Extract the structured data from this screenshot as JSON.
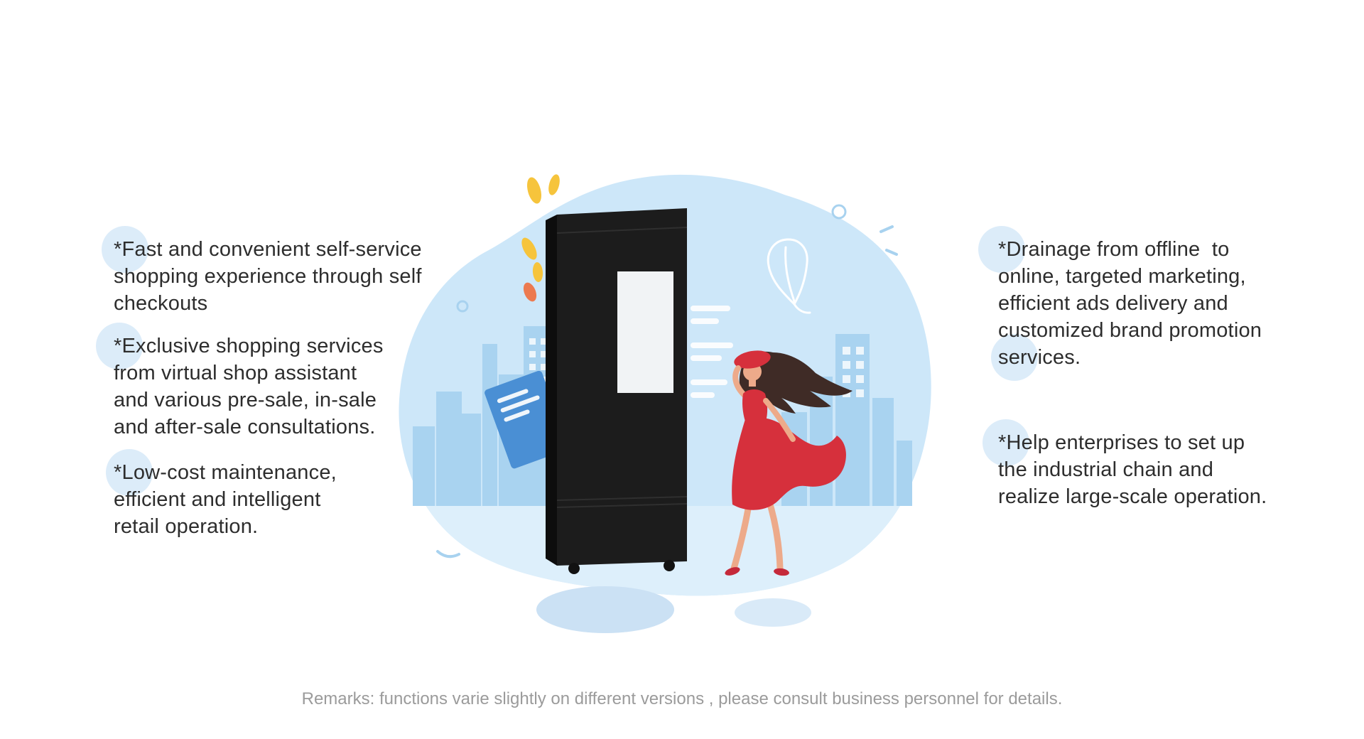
{
  "left_column": {
    "bullets": [
      "*Fast and convenient self-service\nshopping experience through self\ncheckouts",
      "*Exclusive shopping services\nfrom virtual shop assistant\nand various pre-sale, in-sale\nand after-sale consultations.",
      "*Low-cost maintenance,\nefficient and intelligent\nretail operation."
    ]
  },
  "right_column": {
    "bullets": [
      "*Drainage from offline  to\nonline, targeted marketing,\nefficient ads delivery and\ncustomized brand promotion\nservices.",
      "*Help enterprises to set up\nthe industrial chain and\nrealize large-scale operation."
    ]
  },
  "footer": {
    "remarks": "Remarks: functions varie slightly on different versions , please consult business personnel for details."
  },
  "colors": {
    "body_text": "#2d2d2d",
    "footer_text": "#9b9b9b",
    "accent_circle": "#dcecf9",
    "blob": "#cde7f9",
    "ground": "#ddeffb",
    "skyline": "#a9d3f0",
    "deco_stroke": "#a8d2ef",
    "kiosk_body": "#1c1c1c",
    "kiosk_side": "#0d0d0d",
    "kiosk_screen": "#f1f3f5",
    "dress": "#d6303c",
    "hair": "#3f2b26",
    "skin": "#edaa8a",
    "shoe": "#c5293a",
    "leaf_yellow": "#f6c43c",
    "leaf_orange": "#ec7a50",
    "card_blue": "#4a8fd4",
    "shadow": "#cbe1f4",
    "shadow_small": "#d9eaf8"
  }
}
